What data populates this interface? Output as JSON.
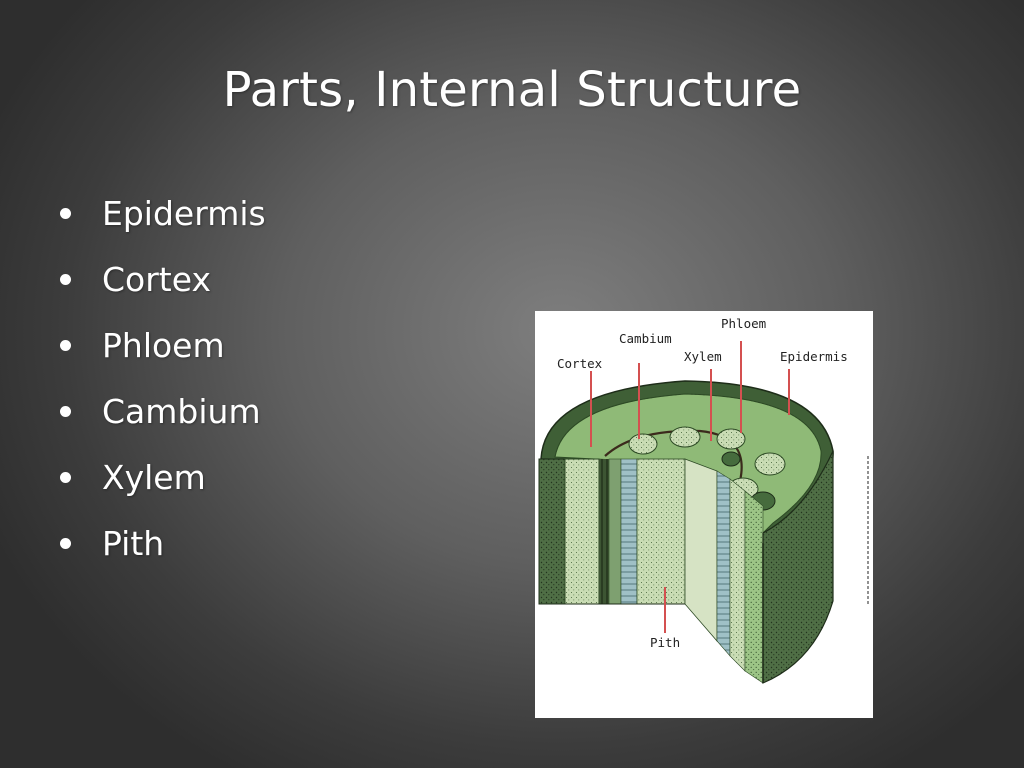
{
  "slide": {
    "title": "Parts, Internal Structure",
    "bullets": [
      "Epidermis",
      "Cortex",
      "Phloem",
      "Cambium",
      "Xylem",
      "Pith"
    ]
  },
  "diagram": {
    "labels": {
      "phloem": "Phloem",
      "cambium": "Cambium",
      "xylem": "Xylem",
      "cortex": "Cortex",
      "epidermis": "Epidermis",
      "pith": "Pith"
    },
    "colors": {
      "epidermis": "#3f5f36",
      "cortex": "#8fba77",
      "pointer": "#d45050"
    }
  }
}
